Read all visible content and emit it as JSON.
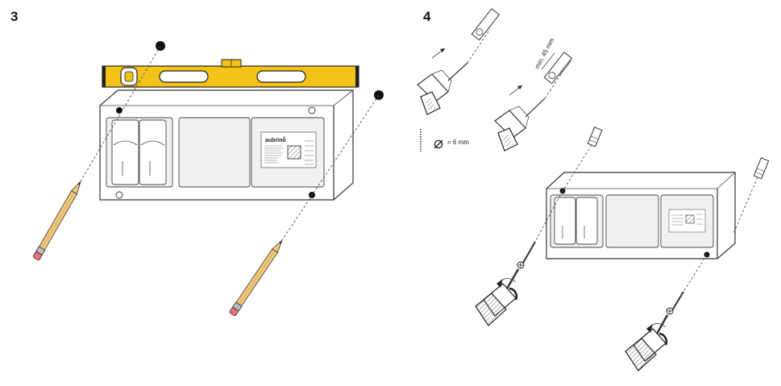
{
  "steps": [
    {
      "number": "3"
    },
    {
      "number": "4"
    }
  ],
  "device": {
    "brand": "aubrino",
    "brand_mark": "®"
  },
  "drill": {
    "depth_label": "min. 45 mm",
    "diameter_symbol": "⌀",
    "diameter_value": "= 6 mm"
  },
  "colors": {
    "level_yellow": "#f4c318",
    "pencil_wood": "#f2c77a",
    "pencil_eraser": "#e8707a",
    "outline": "#333333"
  }
}
